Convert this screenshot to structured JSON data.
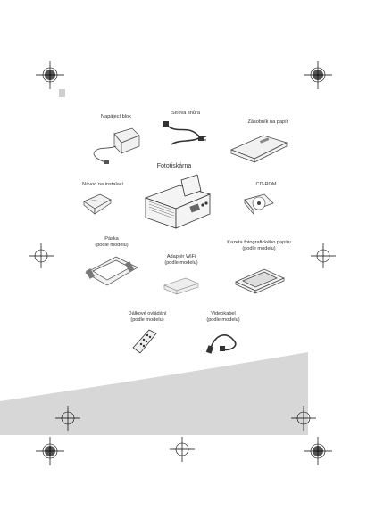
{
  "items": [
    {
      "label": "Napájecí blok"
    },
    {
      "label": "Síťová šňůra"
    },
    {
      "label": "Zásobník na papír"
    },
    {
      "label": "Fototiskárna"
    },
    {
      "label": "Návod na instalaci"
    },
    {
      "label": "CD-ROM"
    },
    {
      "label": "Páska",
      "sub": "(podle modelu)"
    },
    {
      "label": "Adaptér WiFi",
      "sub": "(podle modelu)"
    },
    {
      "label": "Kazeta fotografického papíru",
      "sub": "(podle modelu)"
    },
    {
      "label": "Dálkové ovládání",
      "sub": "(podle modelu)"
    },
    {
      "label": "Videokabel",
      "sub": "(podle modelu)"
    }
  ],
  "colors": {
    "band": "#d9d9d9",
    "line": "#444444",
    "fill": "#f1f1f1"
  }
}
